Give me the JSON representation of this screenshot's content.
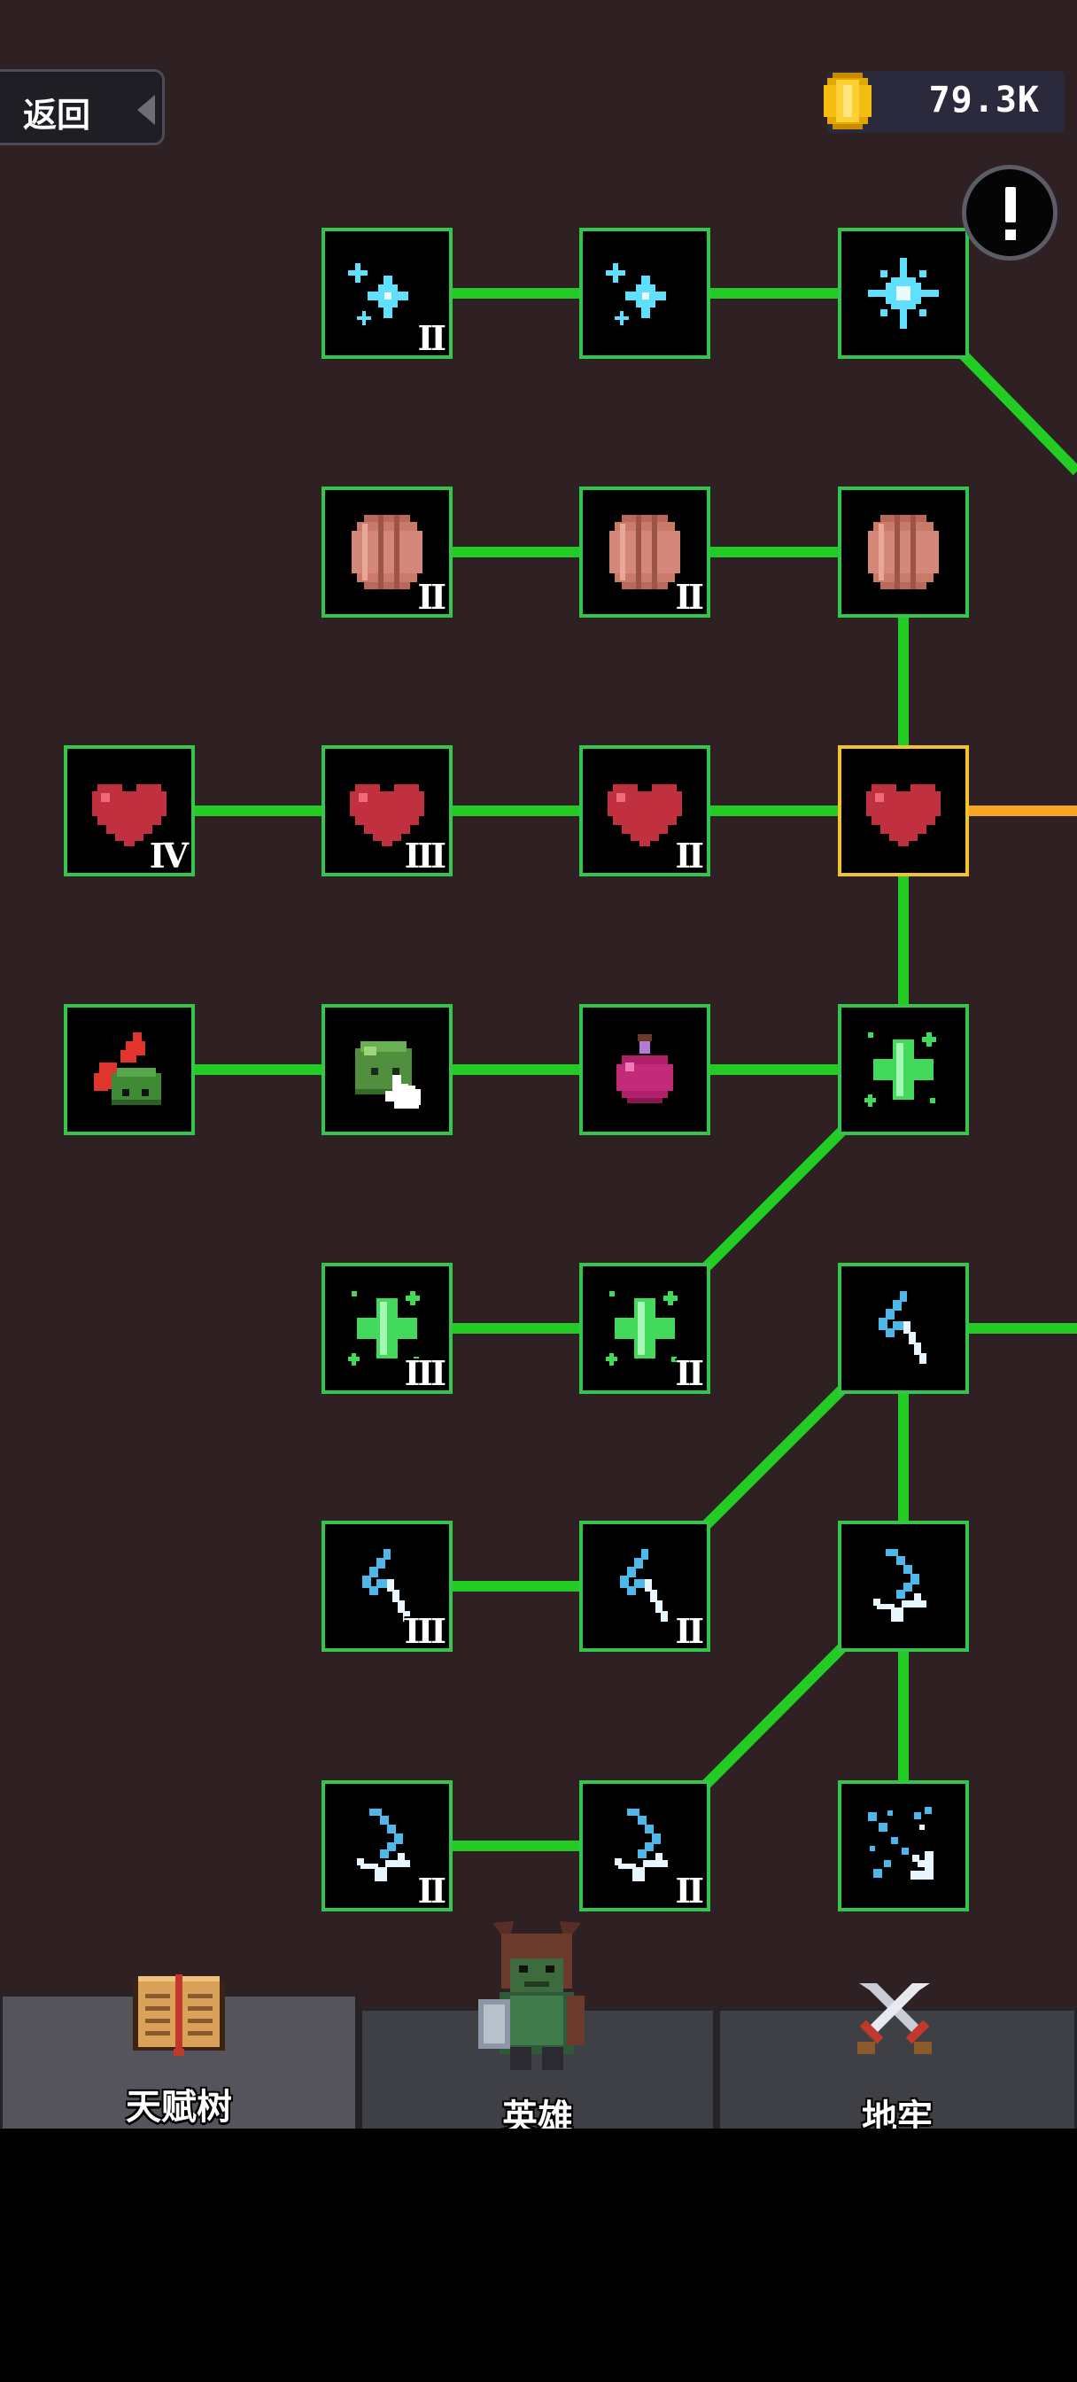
{
  "header": {
    "back_label": "返回",
    "coins": "79.3K"
  },
  "talent_tree": {
    "line_color": "#22cc22",
    "selected_line_color": "#f5a623",
    "nodes": [
      {
        "id": "sparkle-a2",
        "icon": "sparkles-icon",
        "level": "II"
      },
      {
        "id": "sparkle-a1",
        "icon": "sparkles-icon",
        "level": ""
      },
      {
        "id": "sparkle-b",
        "icon": "starburst-icon",
        "level": ""
      },
      {
        "id": "barrel-2a",
        "icon": "barrel-icon",
        "level": "II"
      },
      {
        "id": "barrel-2b",
        "icon": "barrel-icon",
        "level": "II"
      },
      {
        "id": "barrel-1",
        "icon": "barrel-icon",
        "level": ""
      },
      {
        "id": "heart-4",
        "icon": "heart-icon",
        "level": "IV"
      },
      {
        "id": "heart-3",
        "icon": "heart-icon",
        "level": "III"
      },
      {
        "id": "heart-2",
        "icon": "heart-icon",
        "level": "II"
      },
      {
        "id": "heart-1",
        "icon": "heart-icon",
        "level": "",
        "selected": true
      },
      {
        "id": "slime-fire",
        "icon": "slime-fire-icon",
        "level": ""
      },
      {
        "id": "slime-tap",
        "icon": "slime-tap-icon",
        "level": ""
      },
      {
        "id": "potion",
        "icon": "potion-icon",
        "level": ""
      },
      {
        "id": "heal-1",
        "icon": "heal-cross-icon",
        "level": ""
      },
      {
        "id": "heal-3",
        "icon": "heal-cross-icon",
        "level": "III"
      },
      {
        "id": "heal-2",
        "icon": "heal-cross-icon",
        "level": "II"
      },
      {
        "id": "bolt-1",
        "icon": "lightning-icon",
        "level": ""
      },
      {
        "id": "bolt-3",
        "icon": "lightning-icon",
        "level": "III"
      },
      {
        "id": "bolt-2",
        "icon": "lightning-icon",
        "level": "II"
      },
      {
        "id": "chain-1",
        "icon": "chain-bolt-icon",
        "level": ""
      },
      {
        "id": "chain-2a",
        "icon": "chain-bolt-icon",
        "level": "II"
      },
      {
        "id": "chain-2b",
        "icon": "chain-bolt-icon",
        "level": "II"
      },
      {
        "id": "shatter",
        "icon": "shatter-icon",
        "level": ""
      }
    ]
  },
  "bottom_nav": {
    "tabs": [
      {
        "label": "天赋树",
        "icon": "book-icon",
        "active": true
      },
      {
        "label": "英雄",
        "icon": "hero-icon",
        "active": false
      },
      {
        "label": "地牢",
        "icon": "crossed-swords-icon",
        "active": false
      }
    ]
  }
}
